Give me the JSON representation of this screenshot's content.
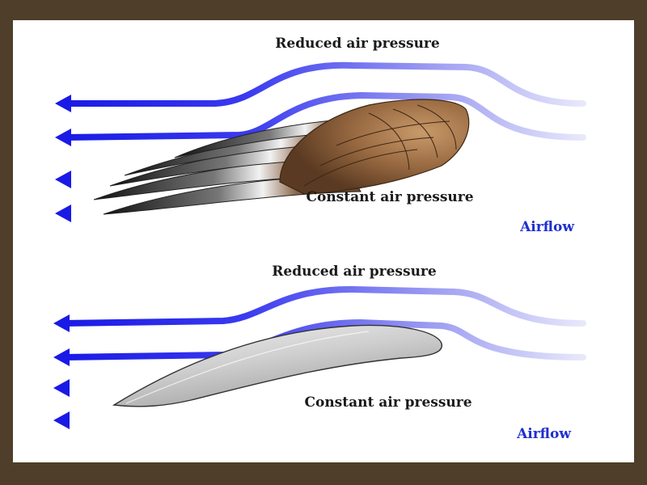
{
  "top_panel": {
    "reduced_label": "Reduced air pressure",
    "constant_label": "Constant air pressure",
    "airflow_label": "Airflow"
  },
  "bottom_panel": {
    "reduced_label": "Reduced air pressure",
    "constant_label": "Constant air pressure",
    "airflow_label": "Airflow"
  },
  "colors": {
    "frame": "#4f3f2a",
    "arrow_blue": "#2020e0",
    "label_text": "#1a1a1a",
    "airflow_text": "#1f2fd0"
  },
  "icons": [
    "bird-wing-icon",
    "airfoil-icon",
    "arrow-left-icon"
  ]
}
